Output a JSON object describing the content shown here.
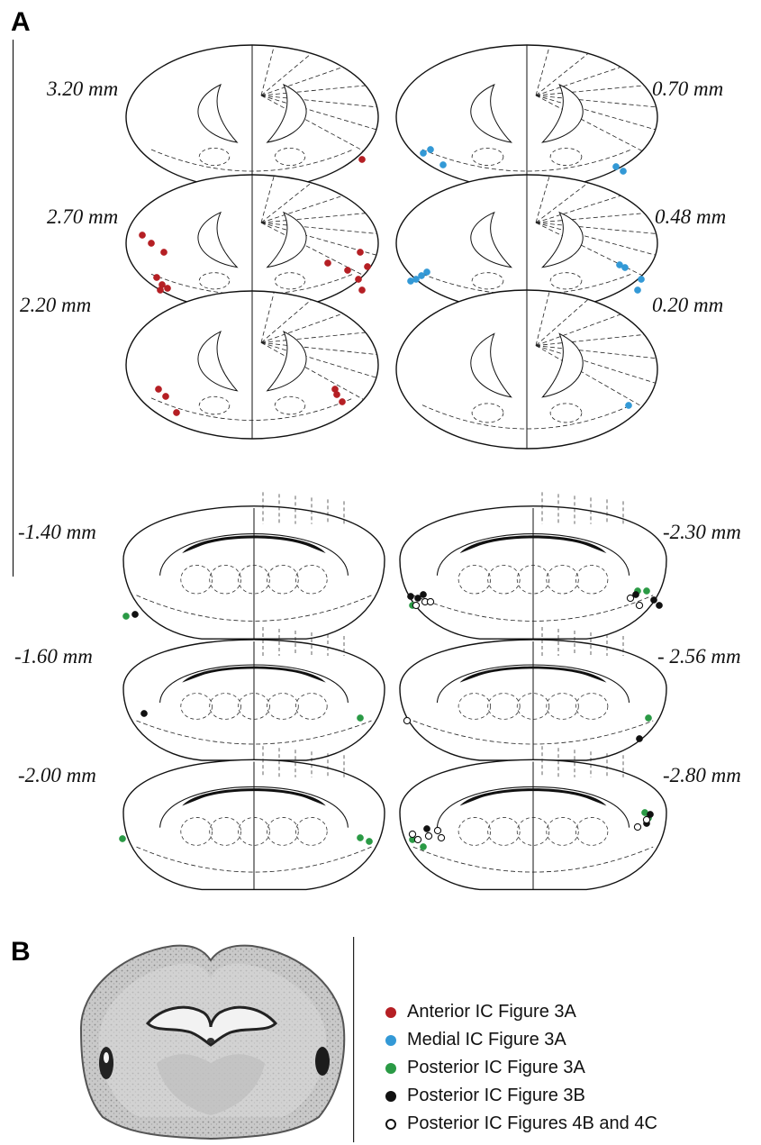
{
  "panels": {
    "a_label": "A",
    "b_label": "B"
  },
  "coordinates": {
    "left_top": [
      "3.20 mm",
      "2.70 mm",
      "2.20 mm"
    ],
    "right_top": [
      "0.70 mm",
      "0.48 mm",
      "0.20 mm"
    ],
    "left_bottom": [
      "-1.40 mm",
      "-1.60 mm",
      "-2.00 mm"
    ],
    "right_bottom": [
      "-2.30 mm",
      "- 2.56 mm",
      "-2.80 mm"
    ]
  },
  "legend": [
    {
      "label": "Anterior IC Figure 3A",
      "color": "#b51f24",
      "style": "filled"
    },
    {
      "label": "Medial IC Figure 3A",
      "color": "#3399d6",
      "style": "filled"
    },
    {
      "label": "Posterior IC Figure 3A",
      "color": "#2a9a45",
      "style": "filled"
    },
    {
      "label": "Posterior IC Figure 3B",
      "color": "#111111",
      "style": "filled"
    },
    {
      "label": "Posterior IC Figures 4B and 4C",
      "color": "#111111",
      "style": "open"
    }
  ]
}
